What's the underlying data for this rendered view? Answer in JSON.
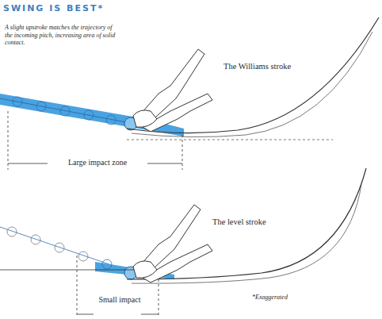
{
  "diagram": {
    "title": "SWING IS BEST*",
    "labels": [
      "A slight upstroke matches the trajectory of the incoming pitch, increasing area of solid contact.",
      "The Williams stroke",
      "Large impact zone",
      "The level stroke",
      "Small impact",
      "*Exaggerated"
    ]
  }
}
